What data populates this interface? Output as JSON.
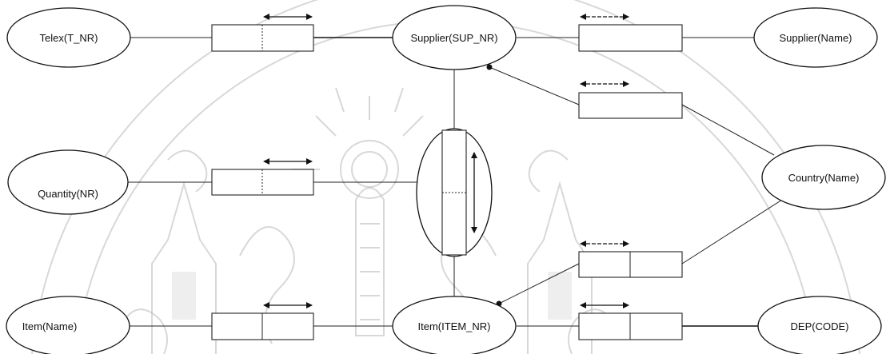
{
  "diagram": {
    "nodes": {
      "telex": "Telex(T_NR)",
      "supplier_sup_nr": "Supplier(SUP_NR)",
      "supplier_name": "Supplier(Name)",
      "quantity": "Quantity(NR)",
      "country": "Country(Name)",
      "item_name": "Item(Name)",
      "item_item_nr": "Item(ITEM_NR)",
      "dep_code": "DEP(CODE)"
    }
  },
  "colors": {
    "ink": "#111111",
    "watermark": "#b8b8b8",
    "background": "#ffffff"
  },
  "watermark": {
    "type": "university-seal",
    "lettering": ""
  }
}
